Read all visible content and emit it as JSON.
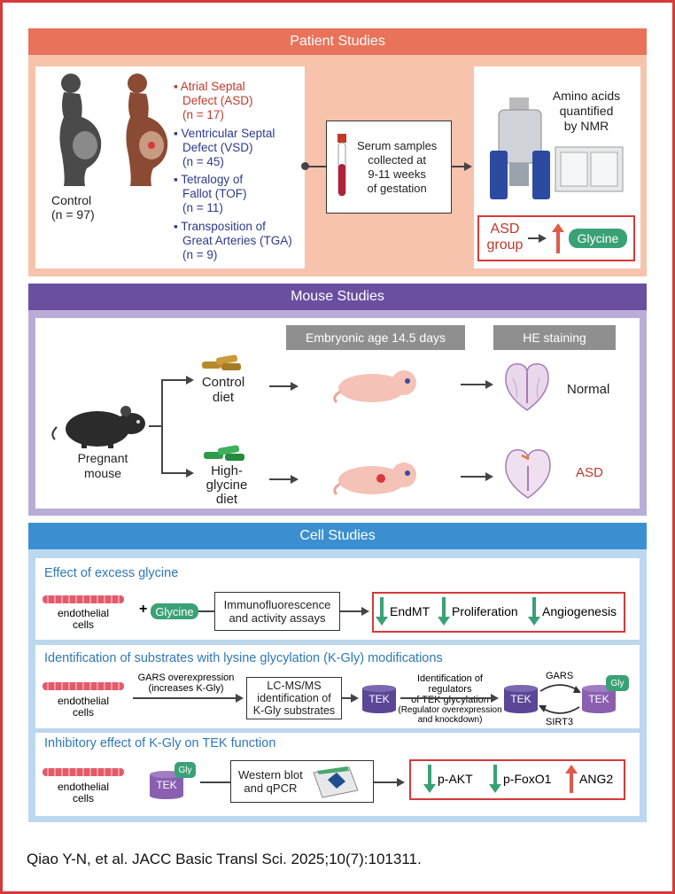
{
  "patient": {
    "header": "Patient Studies",
    "control_label": "Control",
    "control_n": "(n = 97)",
    "defects": [
      {
        "line1": "Atrial Septal",
        "line2": "Defect (ASD)",
        "n": "(n = 17)"
      },
      {
        "line1": "Ventricular Septal",
        "line2": "Defect (VSD)",
        "n": "(n = 45)"
      },
      {
        "line1": "Tetralogy of",
        "line2": "Fallot (TOF)",
        "n": "(n = 11)"
      },
      {
        "line1": "Transposition of",
        "line2": "Great Arteries (TGA)",
        "n": "(n = 9)"
      }
    ],
    "serum": [
      "Serum samples",
      "collected at",
      "9-11 weeks",
      "of gestation"
    ],
    "nmr": [
      "Amino acids",
      "quantified",
      "by NMR"
    ],
    "asd_group": [
      "ASD",
      "group"
    ],
    "glycine": "Glycine"
  },
  "mouse": {
    "header": "Mouse Studies",
    "embryonic": "Embryonic age 14.5 days",
    "he": "HE staining",
    "pregnant": [
      "Pregnant",
      "mouse"
    ],
    "control_diet": [
      "Control",
      "diet"
    ],
    "high_diet": [
      "High-",
      "glycine",
      "diet"
    ],
    "normal": "Normal",
    "asd": "ASD"
  },
  "cell": {
    "header": "Cell Studies",
    "panel1": {
      "title": "Effect of excess glycine",
      "cells": [
        "endothelial",
        "cells"
      ],
      "plus": "+",
      "glycine": "Glycine",
      "assay": [
        "Immunofluorescence",
        "and activity assays"
      ],
      "results": [
        "EndMT",
        "Proliferation",
        "Angiogenesis"
      ]
    },
    "panel2": {
      "title": "Identification of substrates with lysine glycylation (K-Gly) modifications",
      "cells": [
        "endothelial",
        "cells"
      ],
      "gars_over": [
        "GARS overexpression",
        "(increases K-Gly)"
      ],
      "lcms": [
        "LC-MS/MS",
        "identification of",
        "K-Gly substrates"
      ],
      "tek": "TEK",
      "ident": [
        "Identification of regulators",
        "of TEK glycylation"
      ],
      "reg": [
        "(Regulator overexpression",
        "and knockdown)"
      ],
      "gars": "GARS",
      "sirt3": "SIRT3",
      "gly": "Gly"
    },
    "panel3": {
      "title": "Inhibitory effect of K-Gly on TEK function",
      "cells": [
        "endothelial",
        "cells"
      ],
      "tek": "TEK",
      "gly": "Gly",
      "wb": [
        "Western blot",
        "and qPCR"
      ],
      "results": [
        "p-AKT",
        "p-FoxO1",
        "ANG2"
      ]
    }
  },
  "citation": "Qiao Y-N, et al. JACC Basic Transl Sci. 2025;10(7):101311.",
  "colors": {
    "patient_header": "#e8735a",
    "patient_bg": "#f7c3ad",
    "mouse_header": "#6a4fa0",
    "mouse_bg": "#b9acd6",
    "cell_header": "#3b8fd0",
    "cell_bg": "#bcd8ef",
    "frame": "#d63a3a",
    "glycine_pill": "#3aa176",
    "tek": "#5b4697",
    "down_arrow": "#3aa176",
    "up_arrow": "#e05a4a"
  }
}
